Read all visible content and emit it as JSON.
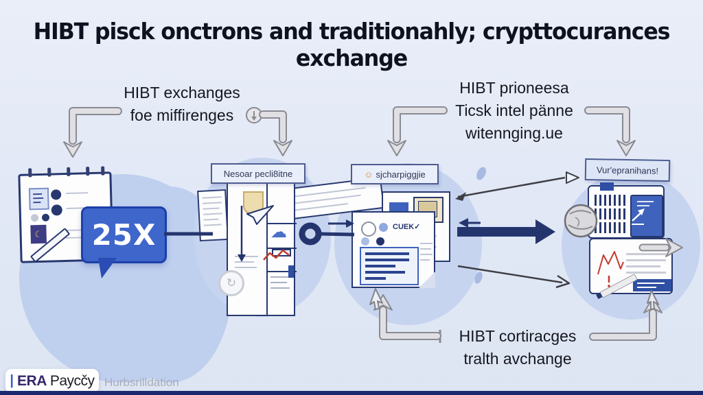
{
  "title": "HIBT pisck onctrons and traditionahly; crypttocurances exchange",
  "annotations": {
    "top_left": [
      "HIBT exchanges",
      "foe miffirenges"
    ],
    "top_right": [
      "HIBT prioneesa",
      "Ticsk intel pänne",
      "witennging.ue"
    ],
    "bottom_right": [
      "HIBT cortiracges",
      "tralth avchange"
    ]
  },
  "panels": {
    "p1": {
      "badge": "25X"
    },
    "p2": {
      "caption": "Nesoar pecli8itne"
    },
    "p3": {
      "caption": "sjcharpiggjie",
      "doc_label": "CUEK",
      "check": "✓"
    },
    "p4": {
      "caption": "Vur'epranihans!"
    }
  },
  "footer": {
    "separator": "|",
    "brand": "ERA",
    "brand_suffix": "Paycčy",
    "tagline": "Hurbsrilldation"
  },
  "glyphs": {
    "crescent": "☾",
    "cloud": "☁",
    "refresh": "↻",
    "smiley": "☺"
  },
  "colors": {
    "background": "#e3e9f6",
    "panel_circle": "#c6d4ef",
    "navy": "#24356e",
    "bubble_blue": "#3e66cb",
    "bubble_border": "#1c3fa8",
    "arrow_gray_fill": "#e0e0e4",
    "arrow_gray_stroke": "#8a8a91",
    "accent_red": "#c23b2e",
    "footer_bar": "#1b2a6e",
    "brand_purple": "#35276b"
  }
}
